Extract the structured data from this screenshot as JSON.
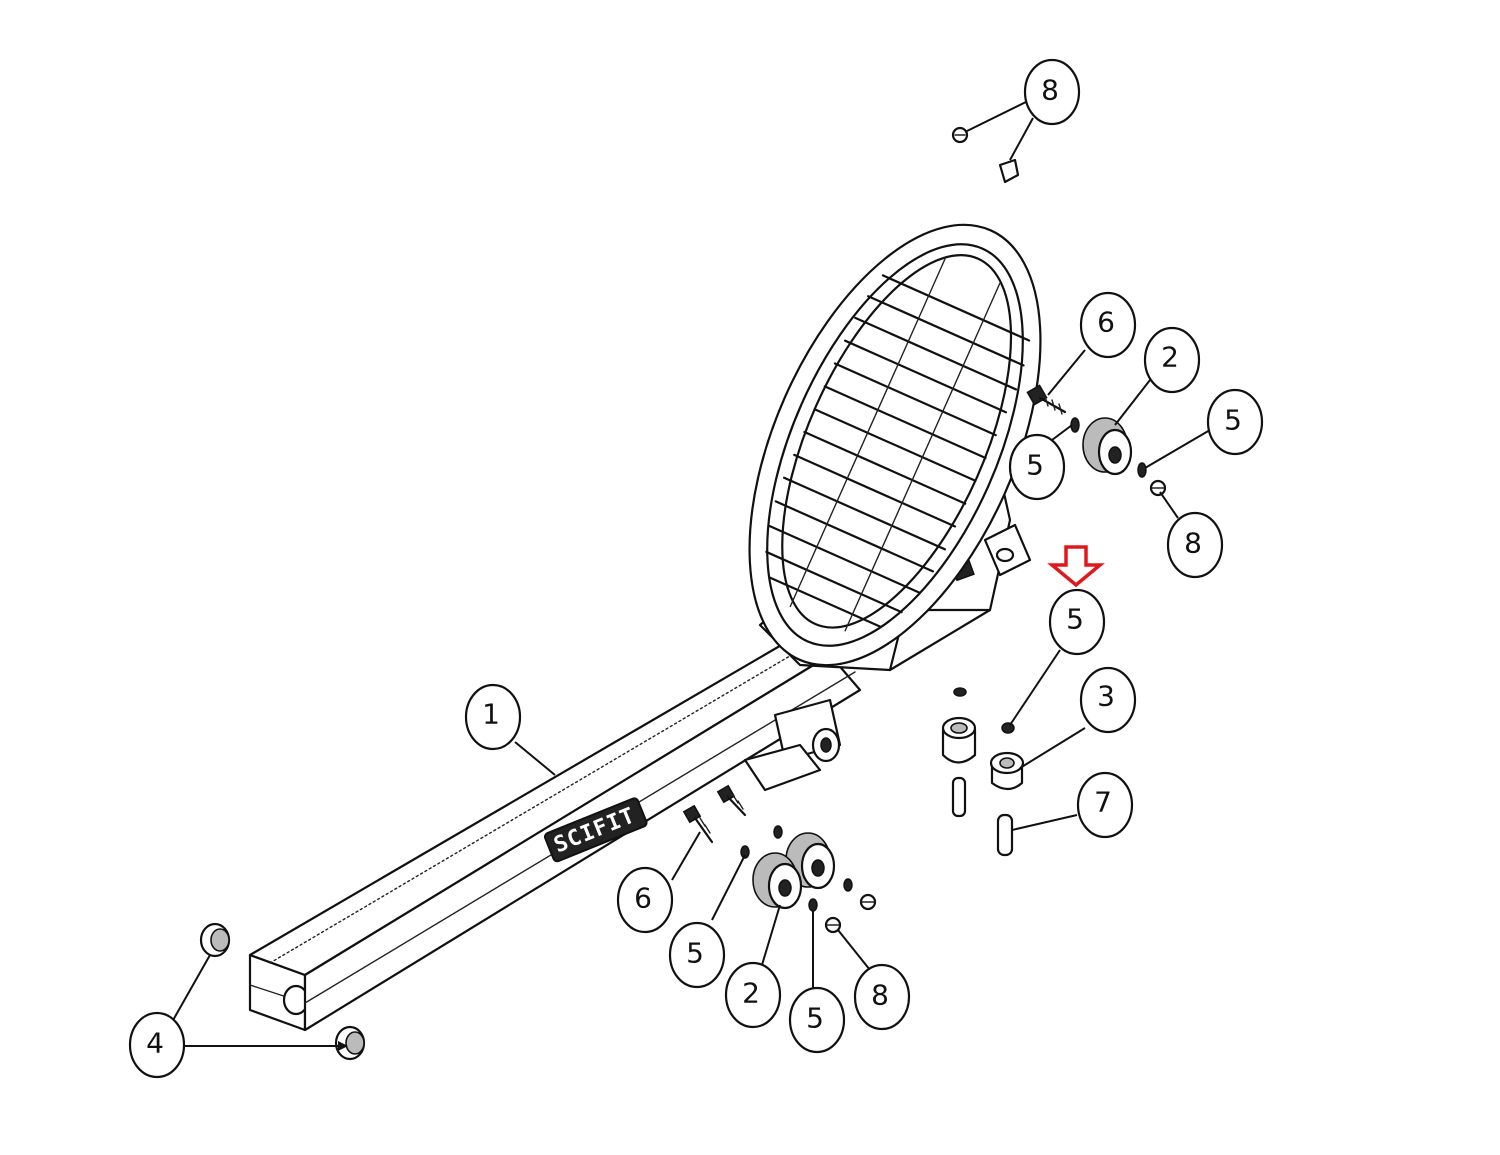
{
  "logo_text": "SCIFIT",
  "callouts": [
    {
      "id": "callout-8-top",
      "label": "8"
    },
    {
      "id": "callout-6-right",
      "label": "6"
    },
    {
      "id": "callout-2-right",
      "label": "2"
    },
    {
      "id": "callout-5-right-a",
      "label": "5"
    },
    {
      "id": "callout-5-right-b",
      "label": "5"
    },
    {
      "id": "callout-8-right",
      "label": "8"
    },
    {
      "id": "callout-5-highlighted",
      "label": "5"
    },
    {
      "id": "callout-3",
      "label": "3"
    },
    {
      "id": "callout-7",
      "label": "7"
    },
    {
      "id": "callout-1",
      "label": "1"
    },
    {
      "id": "callout-6-bottom",
      "label": "6"
    },
    {
      "id": "callout-5-bottom-a",
      "label": "5"
    },
    {
      "id": "callout-2-bottom",
      "label": "2"
    },
    {
      "id": "callout-5-bottom-b",
      "label": "5"
    },
    {
      "id": "callout-8-bottom",
      "label": "8"
    },
    {
      "id": "callout-4",
      "label": "4"
    }
  ],
  "highlight": {
    "color": "#e0181c",
    "target": "callout-5-highlighted"
  }
}
